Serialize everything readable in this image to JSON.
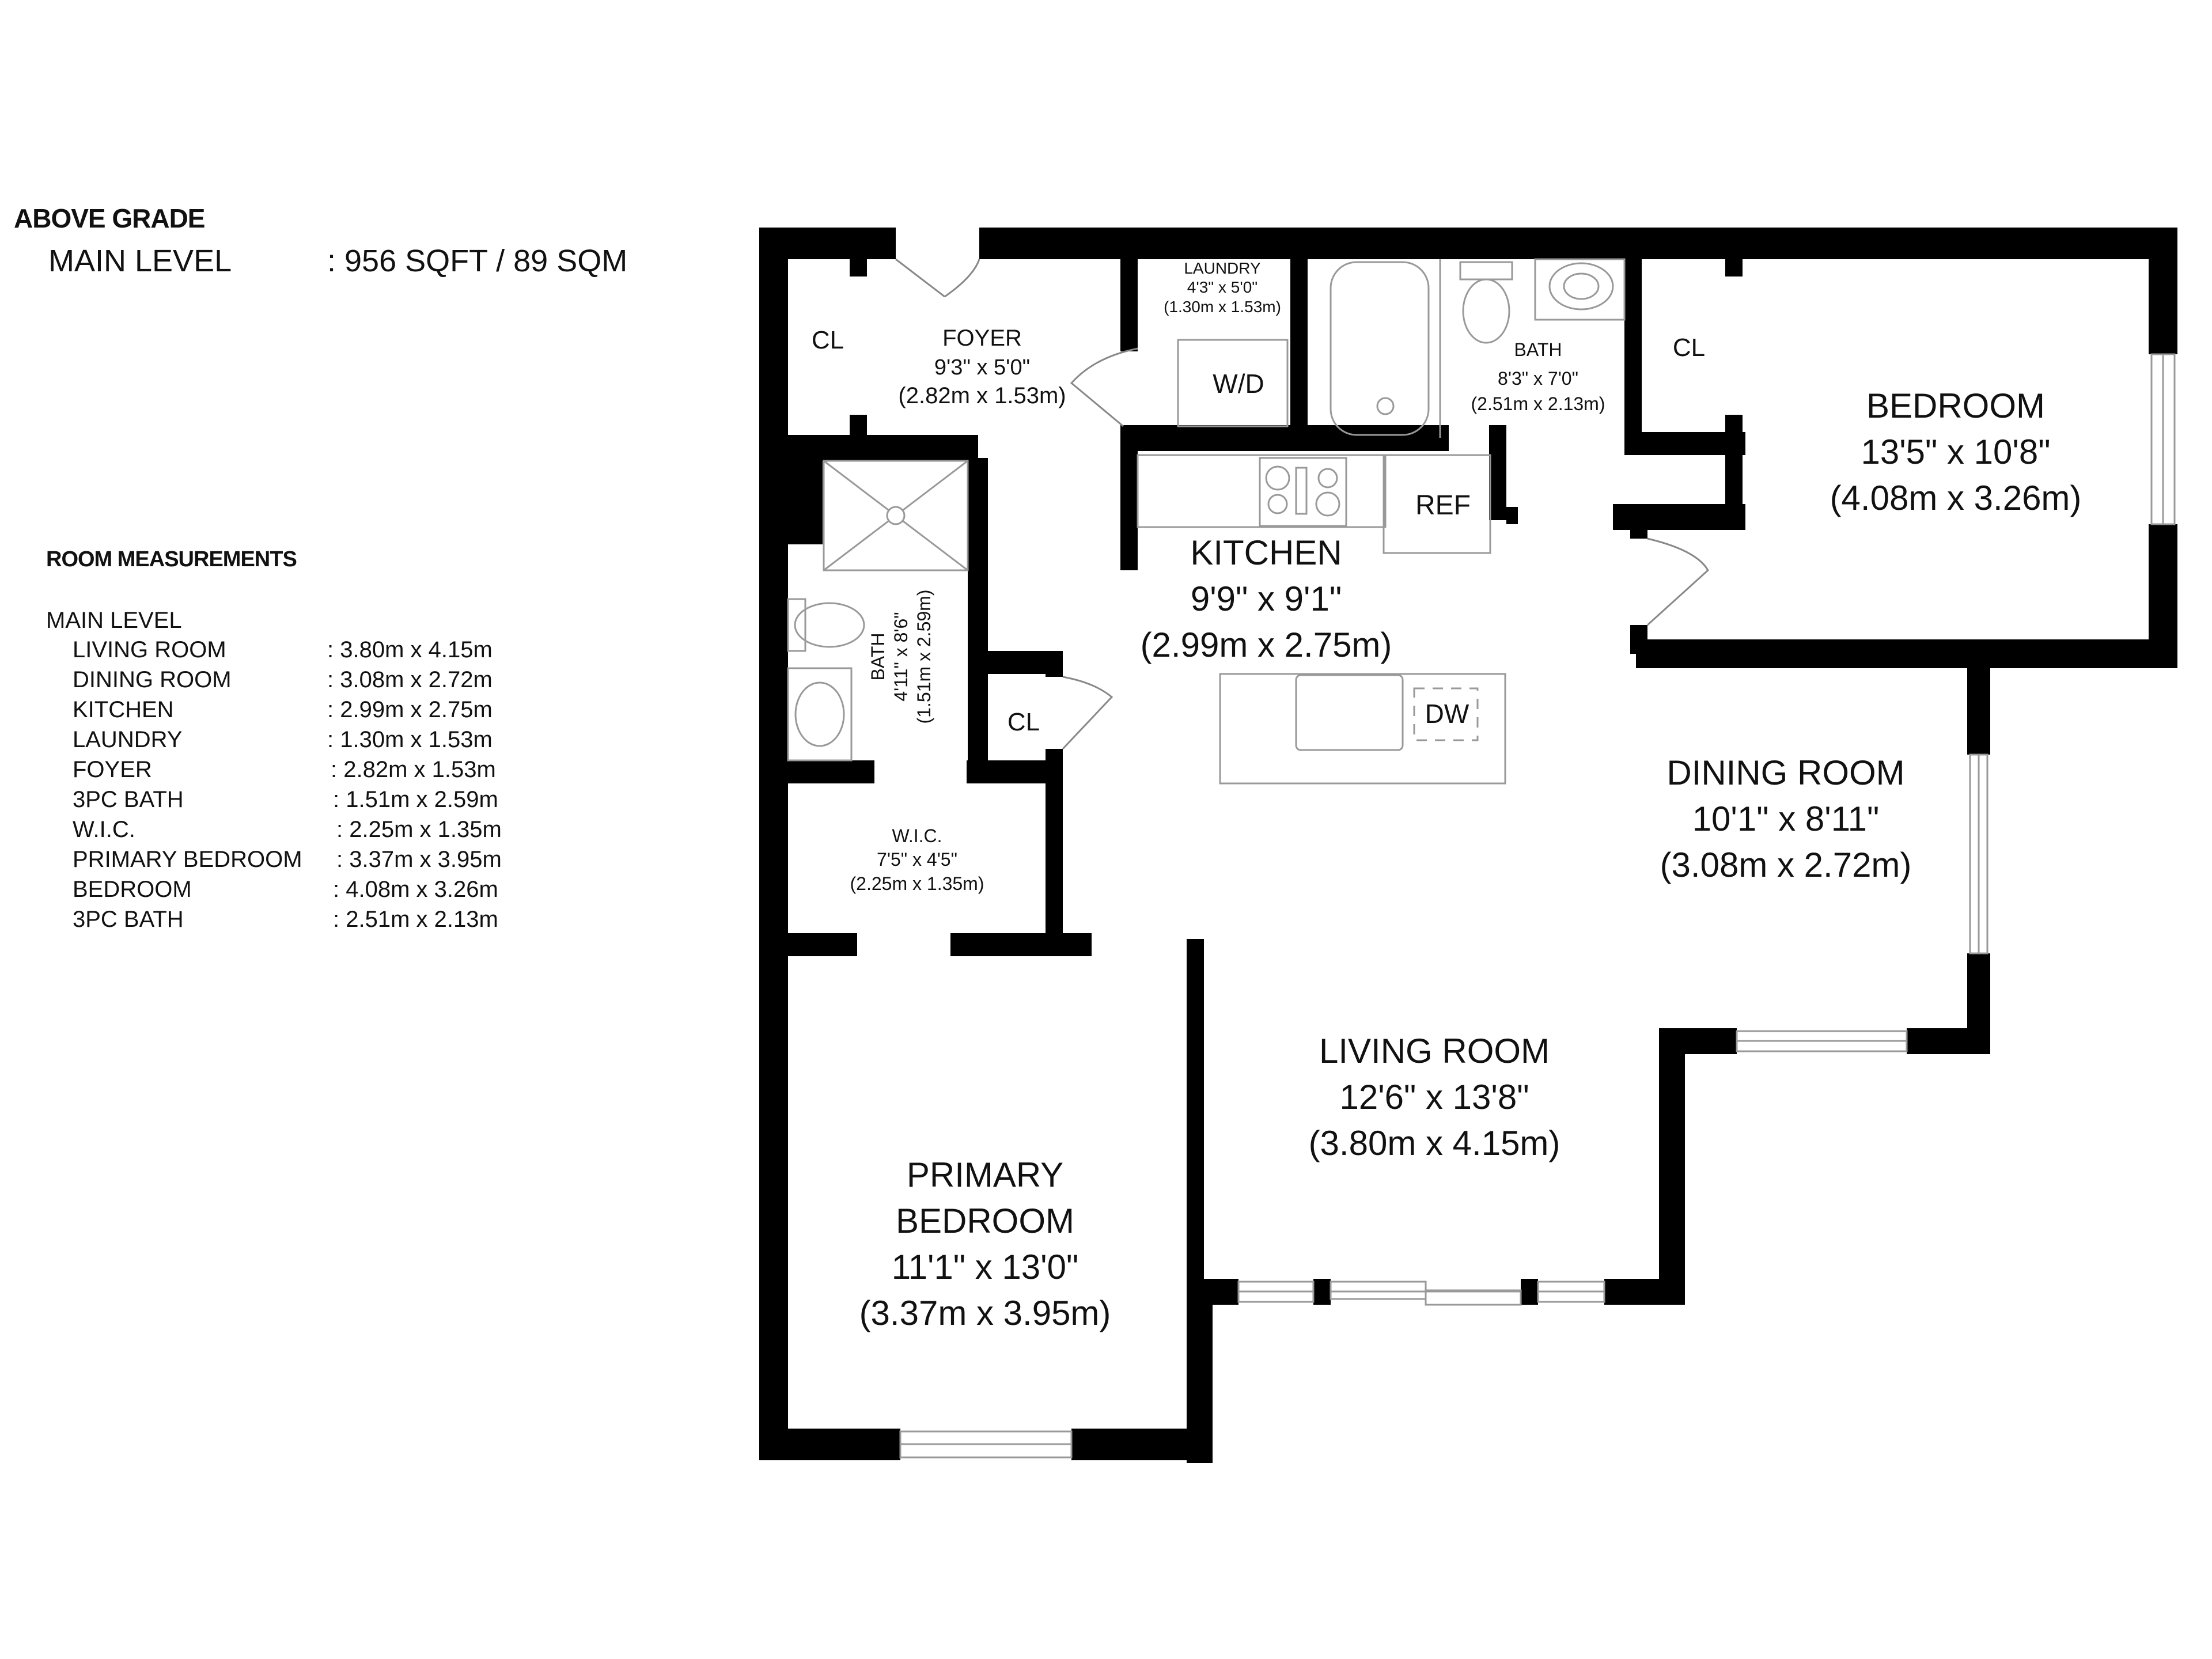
{
  "summary": {
    "section_title": "ABOVE GRADE",
    "level_label": "MAIN LEVEL",
    "level_area": ": 956 SQFT / 89 SQM"
  },
  "measurements": {
    "title": "ROOM MEASUREMENTS",
    "level_label": "MAIN LEVEL",
    "rows": [
      {
        "name": "LIVING ROOM",
        "value": ": 3.80m x 4.15m"
      },
      {
        "name": "DINING ROOM",
        "value": ": 3.08m x 2.72m"
      },
      {
        "name": "KITCHEN",
        "value": ": 2.99m x 2.75m"
      },
      {
        "name": "LAUNDRY",
        "value": ": 1.30m x 1.53m"
      },
      {
        "name": "FOYER",
        "value": ": 2.82m x 1.53m"
      },
      {
        "name": "3PC BATH",
        "value": ": 1.51m x 2.59m"
      },
      {
        "name": "W.I.C.",
        "value": ": 2.25m x 1.35m"
      },
      {
        "name": "PRIMARY BEDROOM",
        "value": ": 3.37m x 3.95m"
      },
      {
        "name": "BEDROOM",
        "value": ": 4.08m x 3.26m"
      },
      {
        "name": "3PC BATH",
        "value": ": 2.51m x 2.13m"
      }
    ]
  },
  "plan": {
    "wall_color": "#000000",
    "fixture_color": "#9a9a9a",
    "rooms": {
      "foyer": {
        "name": "FOYER",
        "imperial": "9'3\" x 5'0\"",
        "metric": "(2.82m x 1.53m)"
      },
      "laundry": {
        "name": "LAUNDRY",
        "imperial": "4'3\" x 5'0\"",
        "metric": "(1.30m x 1.53m)"
      },
      "bath_upper": {
        "name": "BATH",
        "imperial": "8'3\" x 7'0\"",
        "metric": "(2.51m x 2.13m)"
      },
      "bedroom": {
        "name": "BEDROOM",
        "imperial": "13'5\" x 10'8\"",
        "metric": "(4.08m x 3.26m)"
      },
      "kitchen": {
        "name": "KITCHEN",
        "imperial": "9'9\" x 9'1\"",
        "metric": "(2.99m x 2.75m)"
      },
      "bath_lower": {
        "name": "BATH",
        "imperial": "4'11\" x 8'6\"",
        "metric": "(1.51m x 2.59m)"
      },
      "wic": {
        "name": "W.I.C.",
        "imperial": "7'5\" x 4'5\"",
        "metric": "(2.25m x 1.35m)"
      },
      "dining": {
        "name": "DINING ROOM",
        "imperial": "10'1\" x 8'11\"",
        "metric": "(3.08m x 2.72m)"
      },
      "living": {
        "name": "LIVING ROOM",
        "imperial": "12'6\" x 13'8\"",
        "metric": "(3.80m x 4.15m)"
      },
      "primary": {
        "name_line1": "PRIMARY",
        "name_line2": "BEDROOM",
        "imperial": "11'1\" x 13'0\"",
        "metric": "(3.37m x 3.95m)"
      }
    },
    "closets": {
      "foyer_cl": "CL",
      "bedroom_cl": "CL",
      "hall_cl": "CL"
    },
    "appliances": {
      "washer_dryer": "W/D",
      "refrigerator": "REF",
      "dishwasher": "DW"
    }
  }
}
